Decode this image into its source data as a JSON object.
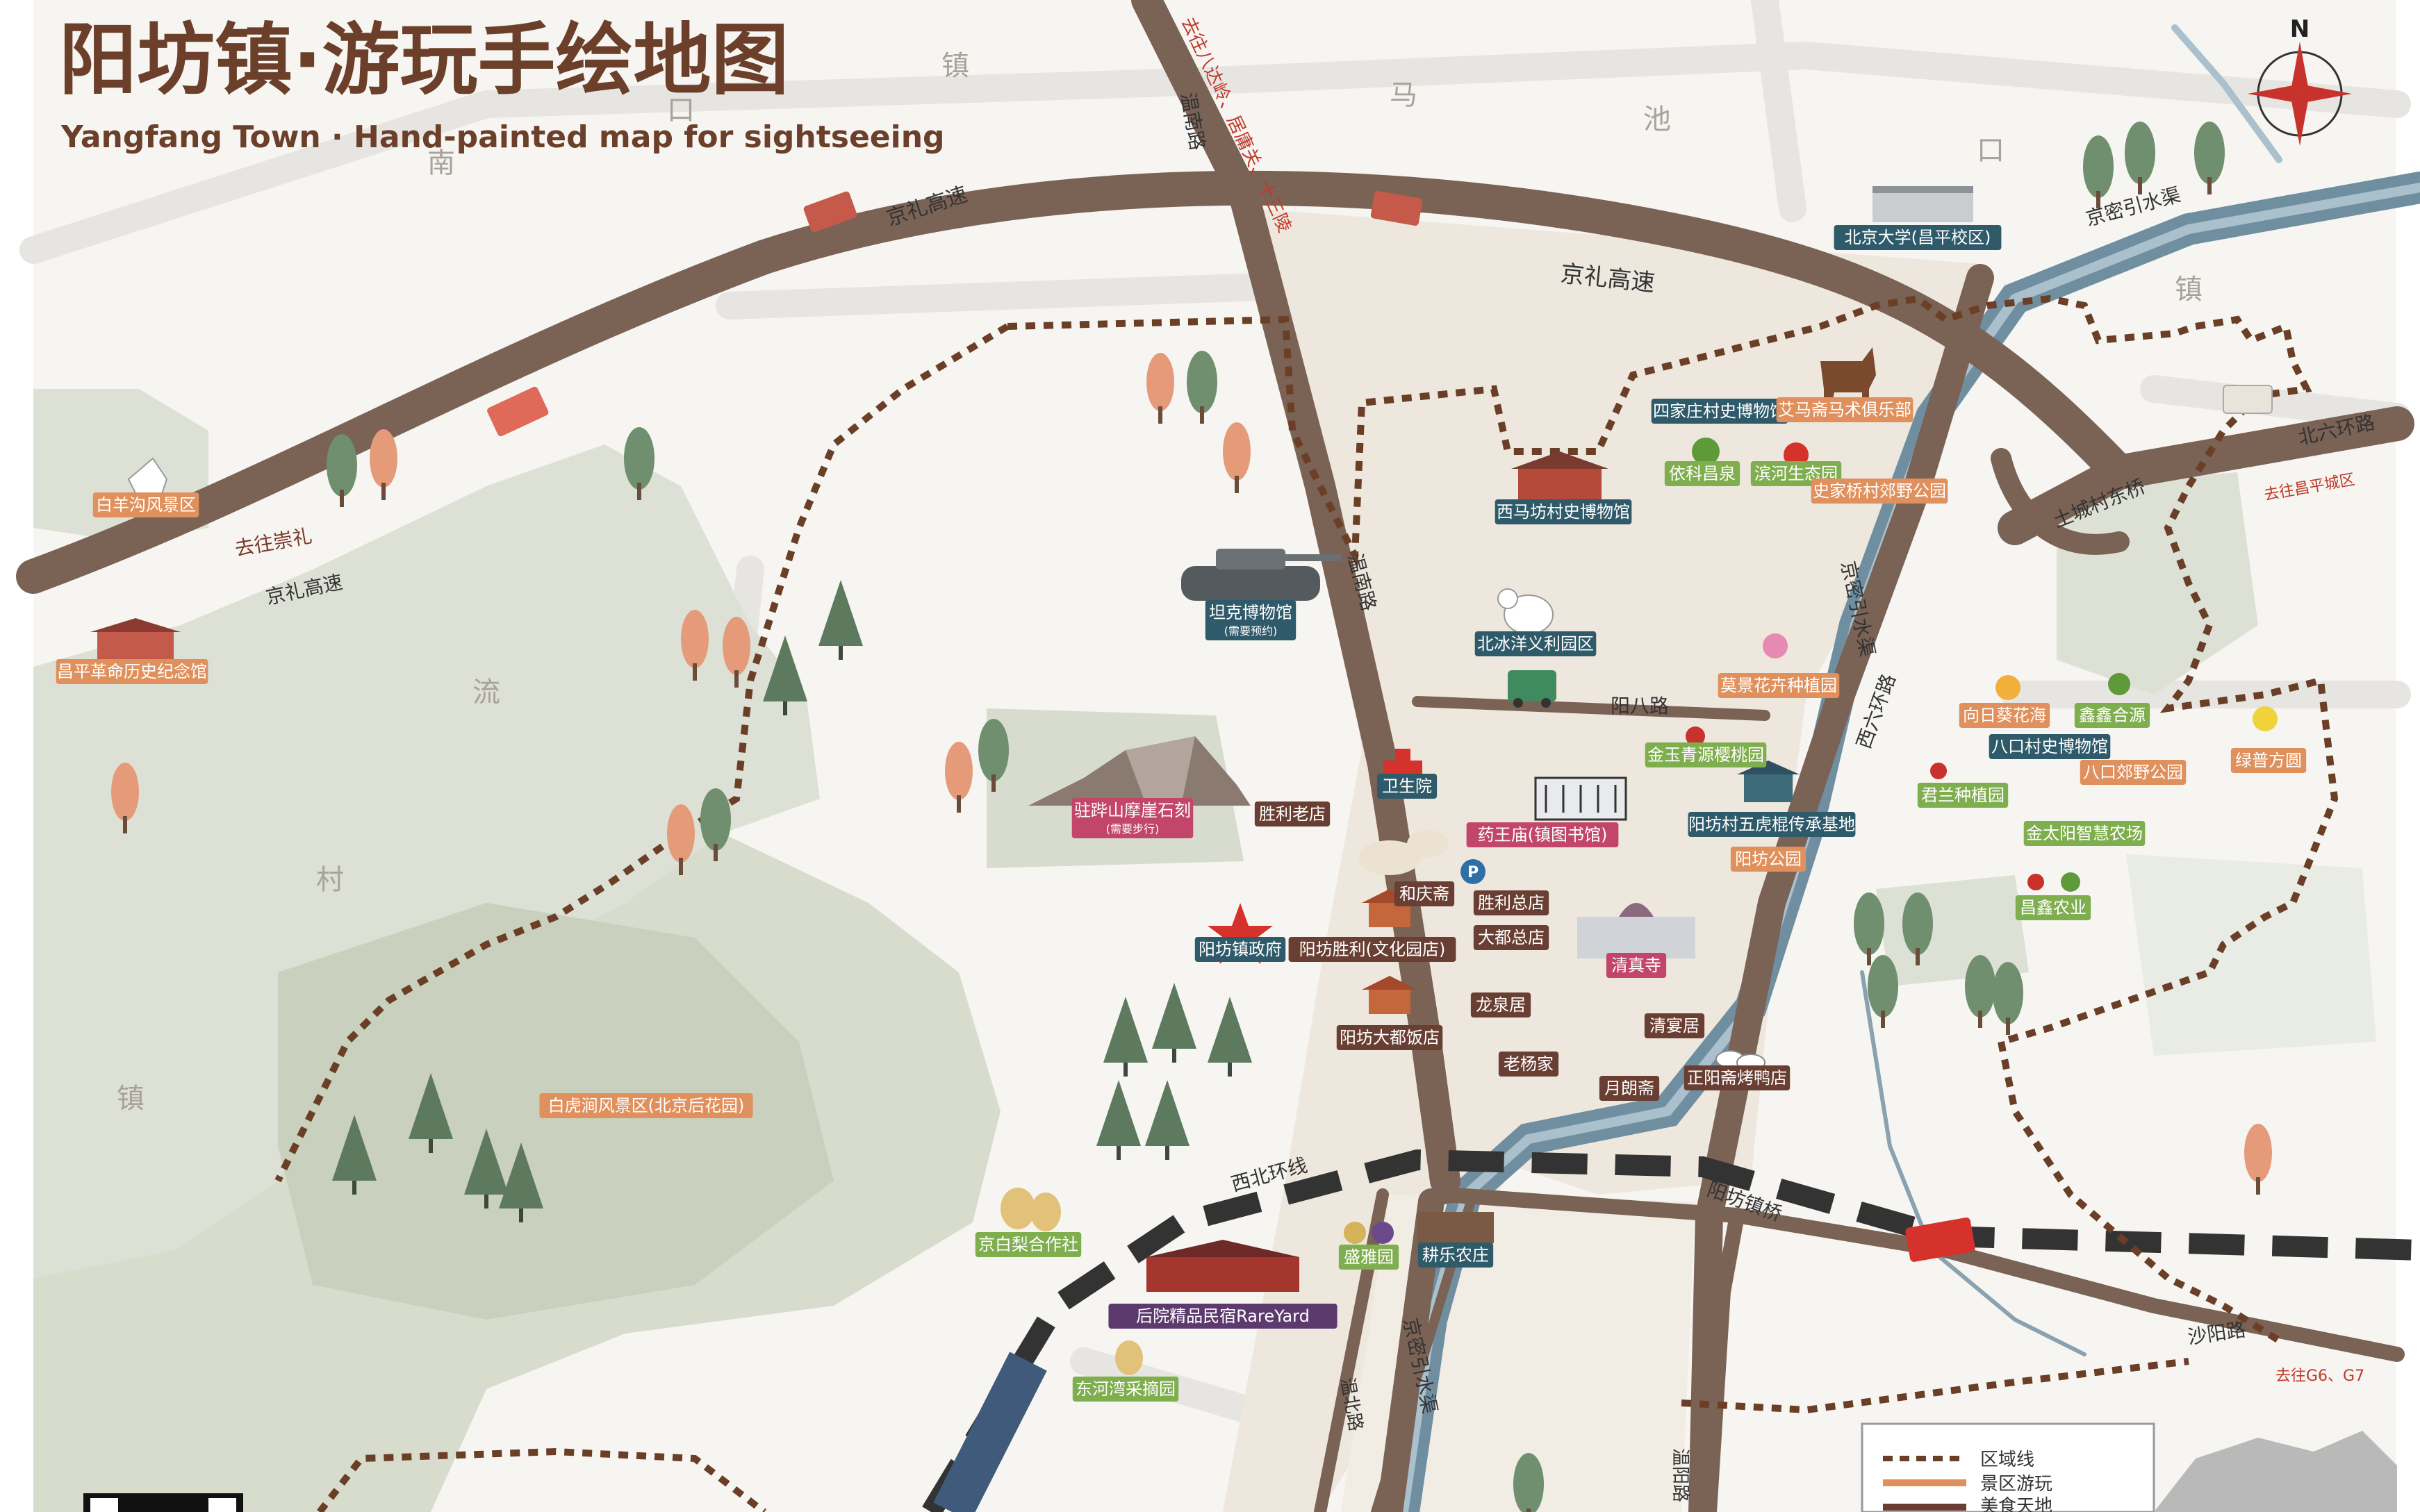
{
  "title": {
    "cn": "阳坊镇·游玩手绘地图",
    "en": "Yangfang Town  ·  Hand-painted map for sightseeing"
  },
  "colors": {
    "road": "#7a6255",
    "paper": "#ede7dd",
    "green_area": "#d7dccf",
    "water": "#6f8ea0",
    "boundary": "#6b3f27",
    "label_teal": "#2e5a6a",
    "label_orange": "#e0905c",
    "label_green": "#7fae4e",
    "label_pink": "#c2466a",
    "label_brown": "#6a3f33",
    "label_purple": "#5d3a6e",
    "title_brown": "#6b3f2a"
  },
  "region_labels": [
    {
      "text": "镇"
    },
    {
      "text": "口"
    },
    {
      "text": "南"
    },
    {
      "text": "马"
    },
    {
      "text": "池"
    },
    {
      "text": "口"
    },
    {
      "text": "镇"
    },
    {
      "text": "流"
    },
    {
      "text": "村"
    },
    {
      "text": "镇"
    }
  ],
  "road_labels": [
    {
      "text": "京礼高速"
    },
    {
      "text": "京礼高速"
    },
    {
      "text": "京礼高速"
    },
    {
      "text": "温南路"
    },
    {
      "text": "温南路"
    },
    {
      "text": "阳八路"
    },
    {
      "text": "京密引水渠"
    },
    {
      "text": "京密引水渠"
    },
    {
      "text": "京密引水渠"
    },
    {
      "text": "西六环路"
    },
    {
      "text": "北六环路"
    },
    {
      "text": "土城村东桥"
    },
    {
      "text": "西北环线"
    },
    {
      "text": "阳坊镇桥"
    },
    {
      "text": "沙阳路"
    },
    {
      "text": "温北路"
    },
    {
      "text": "温阳路"
    }
  ],
  "direction_labels": [
    {
      "text": "去往八达岭、居庸关、十三陵"
    },
    {
      "text": "去往崇礼"
    },
    {
      "text": "去往昌平城区"
    },
    {
      "text": "去往G6、G7"
    }
  ],
  "pois": [
    {
      "label": "白羊沟风景区",
      "style": "orange"
    },
    {
      "label": "昌平革命历史纪念馆",
      "style": "orange"
    },
    {
      "label": "北京大学(昌平校区)",
      "style": "teal"
    },
    {
      "label": "四家庄村史博物馆",
      "style": "teal"
    },
    {
      "label": "艾马斋马术俱乐部",
      "style": "orange"
    },
    {
      "label": "依科昌泉",
      "style": "green"
    },
    {
      "label": "滨河生态园",
      "style": "green"
    },
    {
      "label": "史家桥村郊野公园",
      "style": "orange"
    },
    {
      "label": "西马坊村史博物馆",
      "style": "teal"
    },
    {
      "label": "坦克博物馆",
      "style": "teal",
      "sub": "(需要预约)"
    },
    {
      "label": "北冰洋义利园区",
      "style": "teal"
    },
    {
      "label": "莫景花卉种植园",
      "style": "orange"
    },
    {
      "label": "金玉青源樱桃园",
      "style": "green"
    },
    {
      "label": "卫生院",
      "style": "teal"
    },
    {
      "label": "胜利老店",
      "style": "brown"
    },
    {
      "label": "驻跸山摩崖石刻",
      "style": "pink",
      "sub": "(需要步行)"
    },
    {
      "label": "药王庙(镇图书馆)",
      "style": "pink"
    },
    {
      "label": "阳坊村五虎棍传承基地",
      "style": "teal"
    },
    {
      "label": "阳坊公园",
      "style": "orange"
    },
    {
      "label": "和庆斋",
      "style": "brown"
    },
    {
      "label": "胜利总店",
      "style": "brown"
    },
    {
      "label": "大都总店",
      "style": "brown"
    },
    {
      "label": "阳坊镇政府",
      "style": "teal"
    },
    {
      "label": "阳坊胜利(文化园店)",
      "style": "brown"
    },
    {
      "label": "清真寺",
      "style": "pink"
    },
    {
      "label": "龙泉居",
      "style": "brown"
    },
    {
      "label": "清宴居",
      "style": "brown"
    },
    {
      "label": "阳坊大都饭店",
      "style": "brown"
    },
    {
      "label": "老杨家",
      "style": "brown"
    },
    {
      "label": "月朗斋",
      "style": "brown"
    },
    {
      "label": "正阳斋烤鸭店",
      "style": "brown"
    },
    {
      "label": "白虎涧风景区(北京后花园)",
      "style": "orange"
    },
    {
      "label": "向日葵花海",
      "style": "orange"
    },
    {
      "label": "鑫鑫合源",
      "style": "green"
    },
    {
      "label": "八口村史博物馆",
      "style": "teal"
    },
    {
      "label": "八口郊野公园",
      "style": "orange"
    },
    {
      "label": "绿普方圆",
      "style": "orange"
    },
    {
      "label": "君兰种植园",
      "style": "green"
    },
    {
      "label": "金太阳智慧农场",
      "style": "green"
    },
    {
      "label": "昌鑫农业",
      "style": "green"
    },
    {
      "label": "京白梨合作社",
      "style": "green"
    },
    {
      "label": "盛雅园",
      "style": "green"
    },
    {
      "label": "耕乐农庄",
      "style": "teal"
    },
    {
      "label": "后院精品民宿RareYard",
      "style": "purple"
    },
    {
      "label": "东河湾采摘园",
      "style": "green"
    }
  ],
  "legend": [
    {
      "label": "区域线"
    },
    {
      "label": "景区游玩"
    },
    {
      "label": "美食天地"
    }
  ],
  "compass": {
    "label": "N"
  }
}
